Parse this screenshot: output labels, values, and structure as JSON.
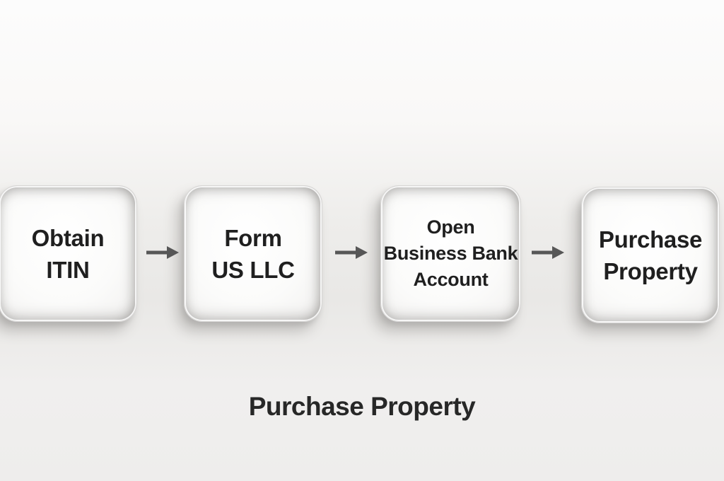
{
  "flow": {
    "steps": [
      {
        "name": "obtain-itin",
        "lines": [
          "Obtain",
          "ITIN"
        ]
      },
      {
        "name": "form-us-llc",
        "lines": [
          "Form",
          "US LLC"
        ]
      },
      {
        "name": "open-business-bank-account",
        "lines": [
          "Open",
          "Business Bank",
          "Account"
        ]
      },
      {
        "name": "purchase-property",
        "lines": [
          "Purchase",
          "Property"
        ]
      }
    ],
    "connector_icon": "arrow-right"
  },
  "caption": {
    "text": "Purchase Property"
  },
  "colors": {
    "background_top": "#fcfcfc",
    "background_mid": "#e9e8e6",
    "background_bottom": "#eeedec",
    "box_fill": "#fbfbfa",
    "box_edge": "#bebcb9",
    "text": "#1f1f1f",
    "caption_text": "#272727",
    "arrow": "#575757"
  }
}
